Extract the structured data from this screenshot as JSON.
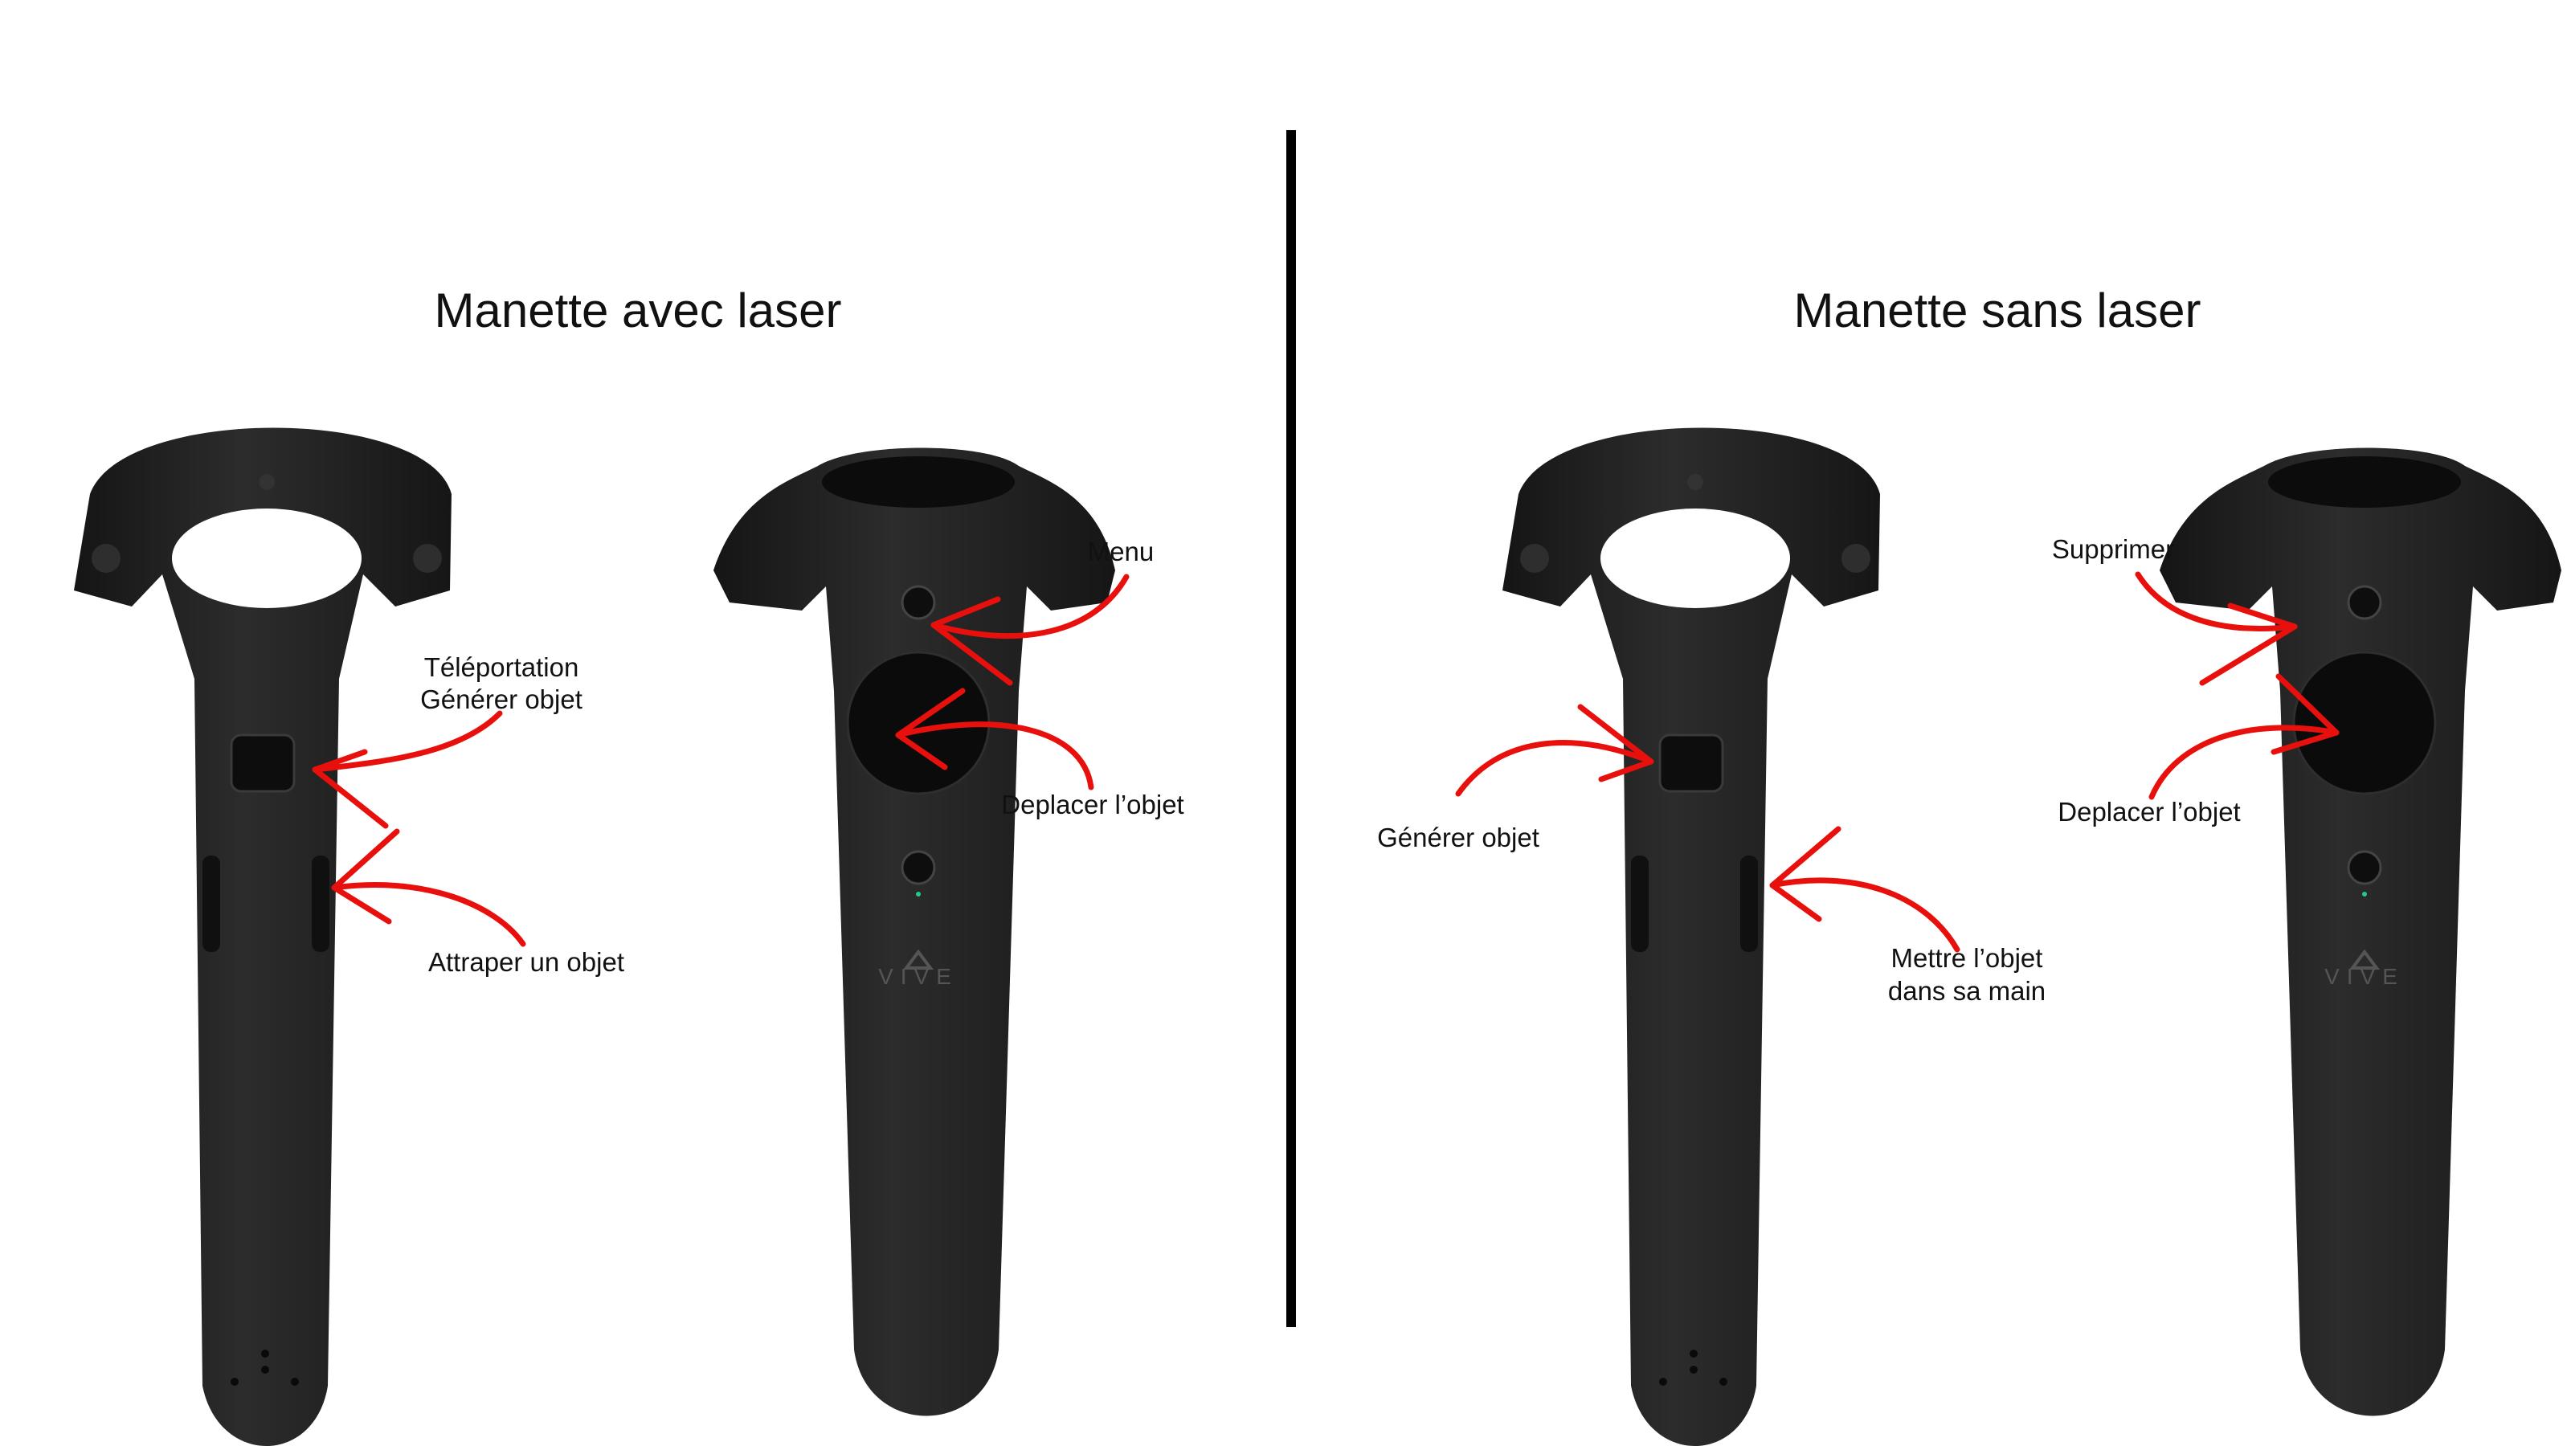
{
  "left": {
    "title": "Manette avec laser",
    "labels": {
      "teleport": "Téléportation",
      "generate": "Générer objet",
      "grab": "Attraper un objet",
      "menu": "Menu",
      "move": "Deplacer l’objet"
    }
  },
  "right": {
    "title": "Manette sans laser",
    "labels": {
      "generate": "Générer objet",
      "hold_line1": "Mettre l’objet",
      "hold_line2": "dans sa main",
      "delete": "Supprimer",
      "move": "Deplacer l’objet"
    }
  },
  "logo_text": "VIVE",
  "colors": {
    "arrow": "#e8100c",
    "controller": "#1f1f1f",
    "divider": "#000000"
  }
}
